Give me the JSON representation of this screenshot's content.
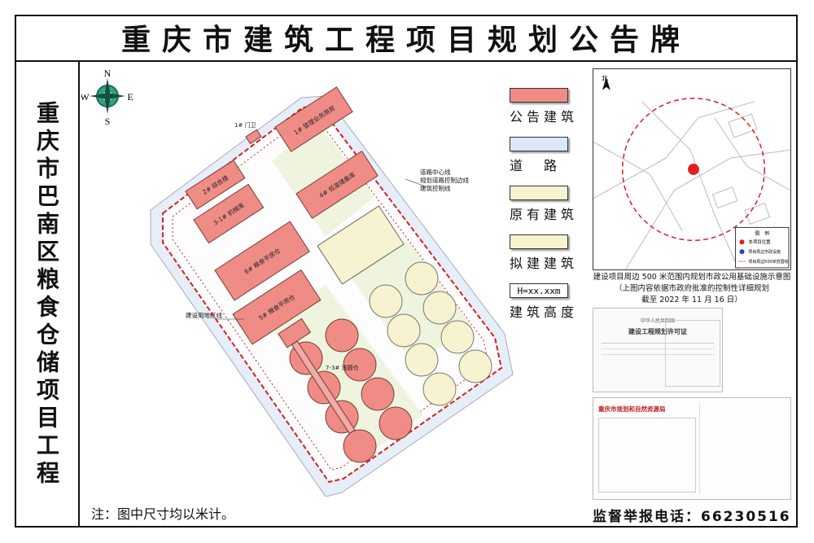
{
  "board_title": "重庆市建筑工程项目规划公告牌",
  "project_name": "重庆市巴南区粮食仓储项目工程",
  "compass": {
    "n": "N",
    "s": "S",
    "e": "E",
    "w": "W"
  },
  "legend": [
    {
      "label": "公告建筑",
      "color": "#ef8c86"
    },
    {
      "label": "道　路",
      "color": "#dde8f6"
    },
    {
      "label": "原有建筑",
      "color": "#f7f2cf"
    },
    {
      "label": "拟建建筑",
      "color": "#f7f2cf"
    }
  ],
  "height_legend": {
    "box": "H=xx.xxm",
    "label": "建筑高度"
  },
  "site_labels": {
    "road_lines": [
      "道路中心线",
      "规划道路控制边线",
      "建筑控制线"
    ],
    "red_line": "建设用地红线",
    "gate": "1# 门卫"
  },
  "buildings": [
    "1# 管理业务用房",
    "2# 综合楼",
    "3-1# 机械库",
    "4# 低温储备库",
    "6# 粮食平房仓",
    "5# 粮食平房仓",
    "7-3# 浅圆仓"
  ],
  "mini_map": {
    "north": "北",
    "legend_title": "图　例",
    "legend_items": [
      "本项目位置",
      "项目周边市政设施",
      "项目周边500米范围线"
    ]
  },
  "caption": [
    "建设项目周边 500 米范围内规划市政公用基础设施示意图",
    "（上图内容依据市政府批准的控制性详细规划",
    "截至 2022 年 11 月 16 日）"
  ],
  "permit": {
    "header": "中华人民共和国",
    "title": "建设工程规划许可证"
  },
  "letter": {
    "header": "重庆市规划和自然资源局"
  },
  "note": "注：图中尺寸均以米计。",
  "phone": "监督举报电话：66230516",
  "colors": {
    "red_line": "#d42020",
    "building": "#ef8c86",
    "existing": "#f7f2cf",
    "road": "#dde8f6"
  }
}
